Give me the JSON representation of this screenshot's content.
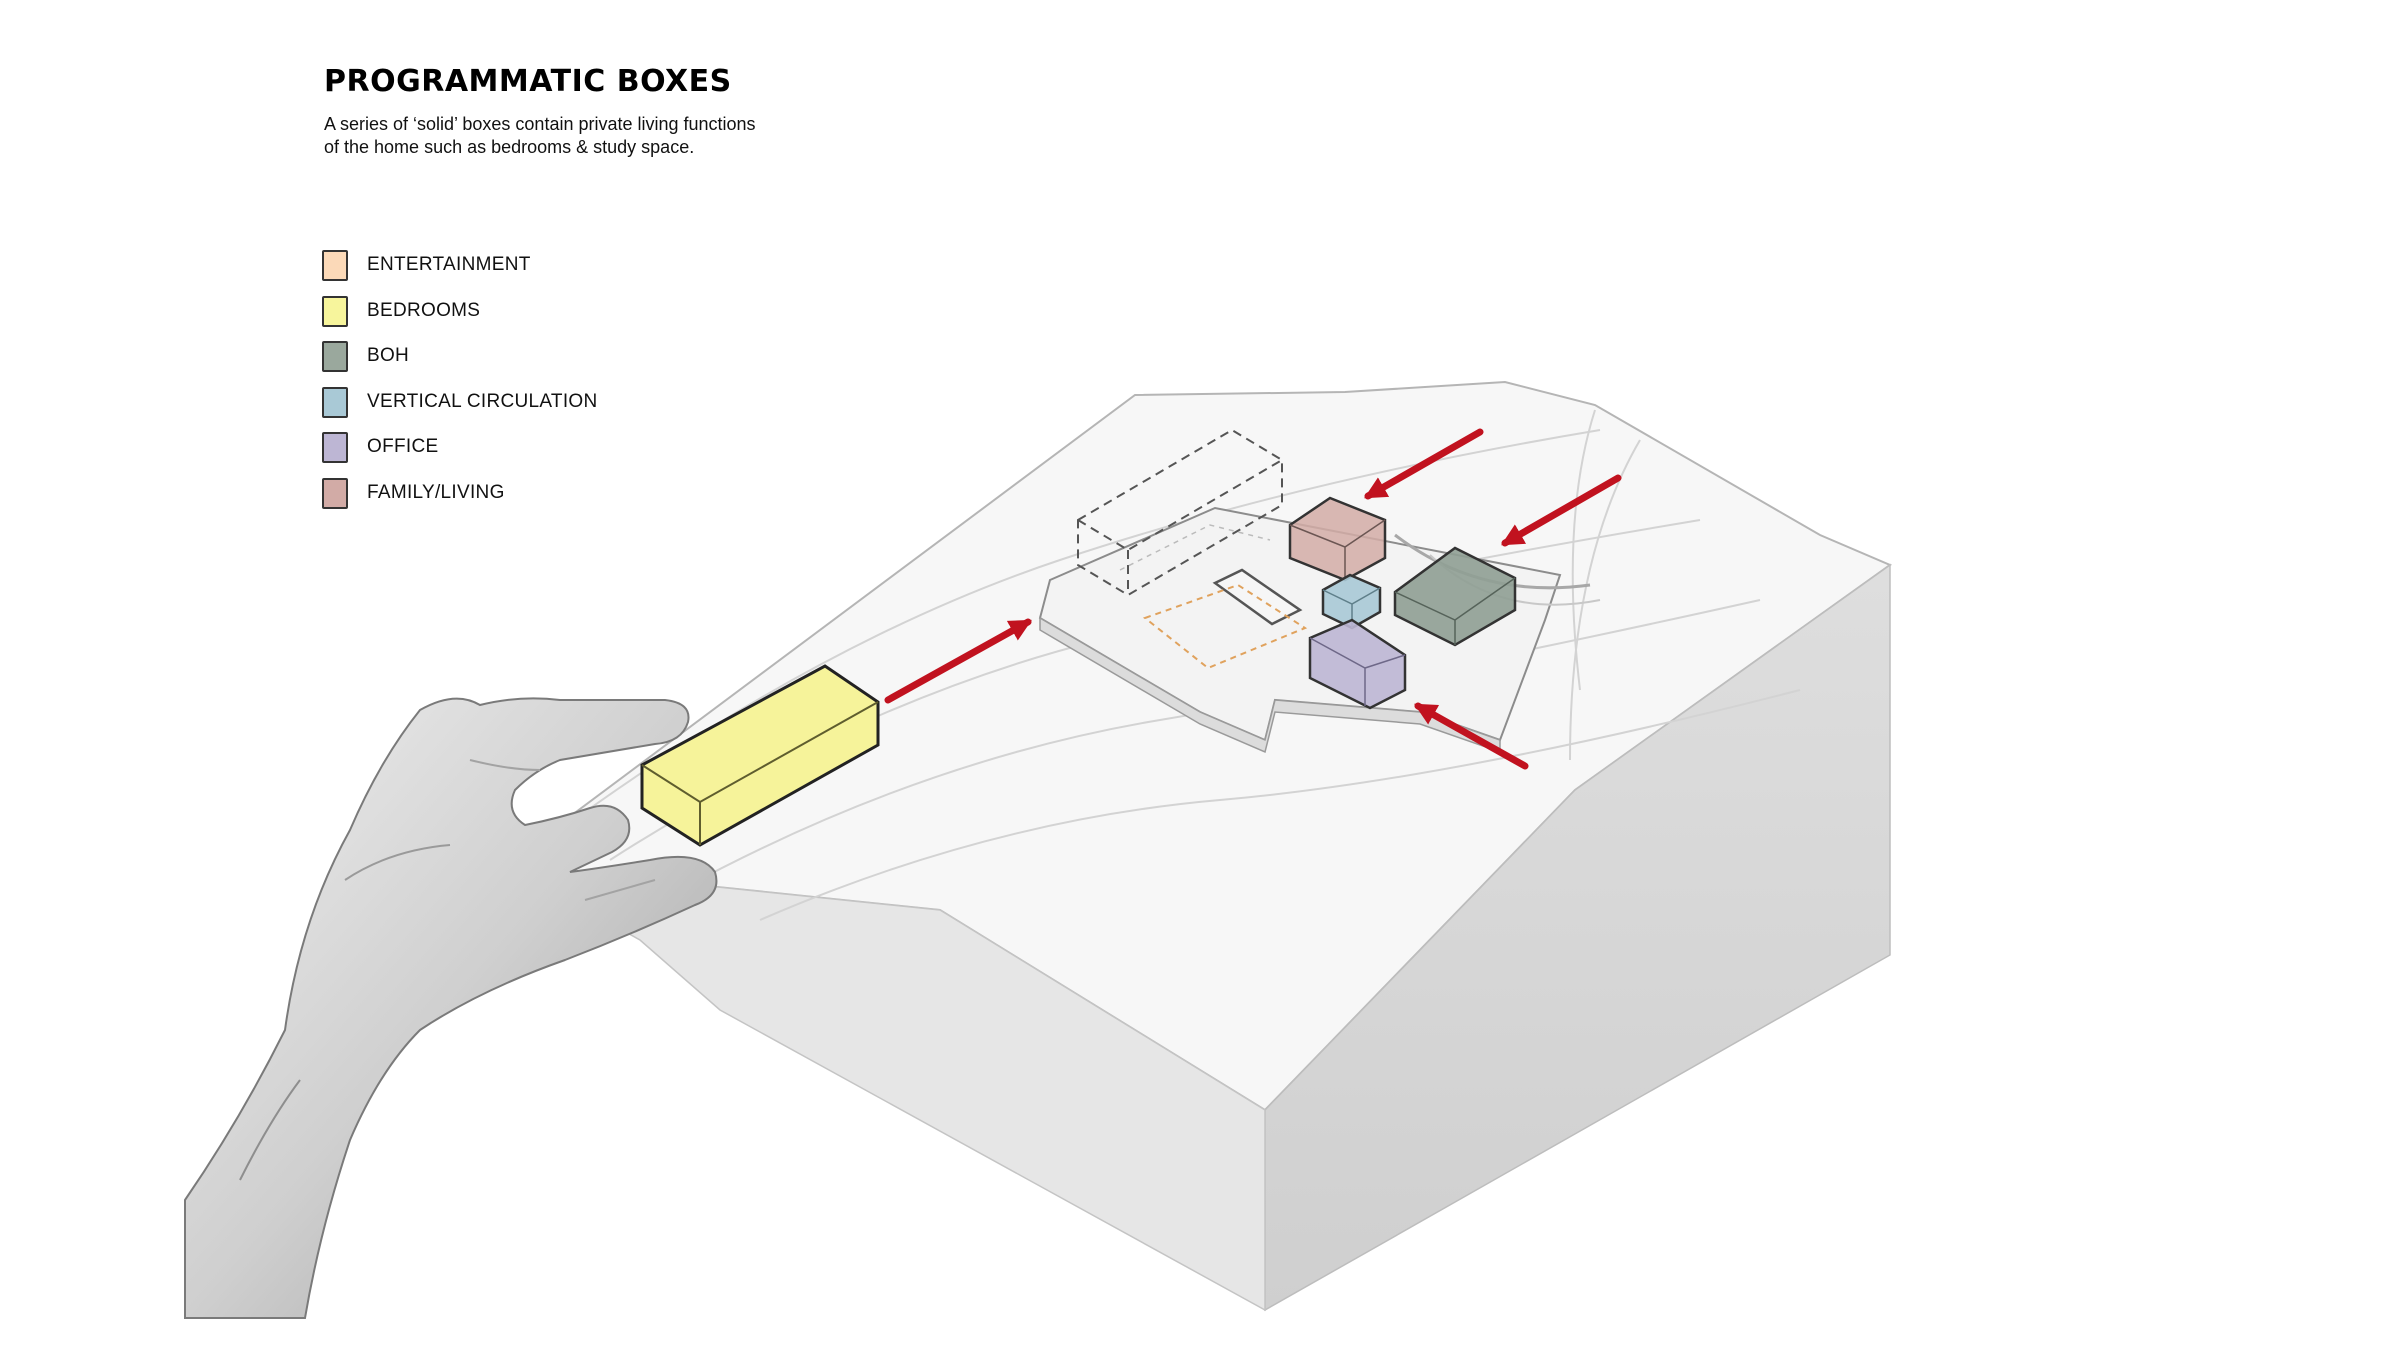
{
  "title": "PROGRAMMATIC BOXES",
  "description": "A series of ‘solid’ boxes contain private living functions of the home such as bedrooms & study space.",
  "legend": [
    {
      "label": "ENTERTAINMENT",
      "color": "#fbd9b8"
    },
    {
      "label": "BEDROOMS",
      "color": "#f7f59c"
    },
    {
      "label": "BOH",
      "color": "#9aa89d"
    },
    {
      "label": "VERTICAL CIRCULATION",
      "color": "#a9c9d6"
    },
    {
      "label": "OFFICE",
      "color": "#bdb6d4"
    },
    {
      "label": "FAMILY/LIVING",
      "color": "#d2aba6"
    }
  ],
  "colors": {
    "arrow": "#c1121f",
    "terrain_top": "#f6f6f6",
    "terrain_side": "#d6d6d6",
    "bedroom_box": "#f6f39a"
  },
  "icons": [
    "hand-illustration",
    "red-arrow"
  ]
}
